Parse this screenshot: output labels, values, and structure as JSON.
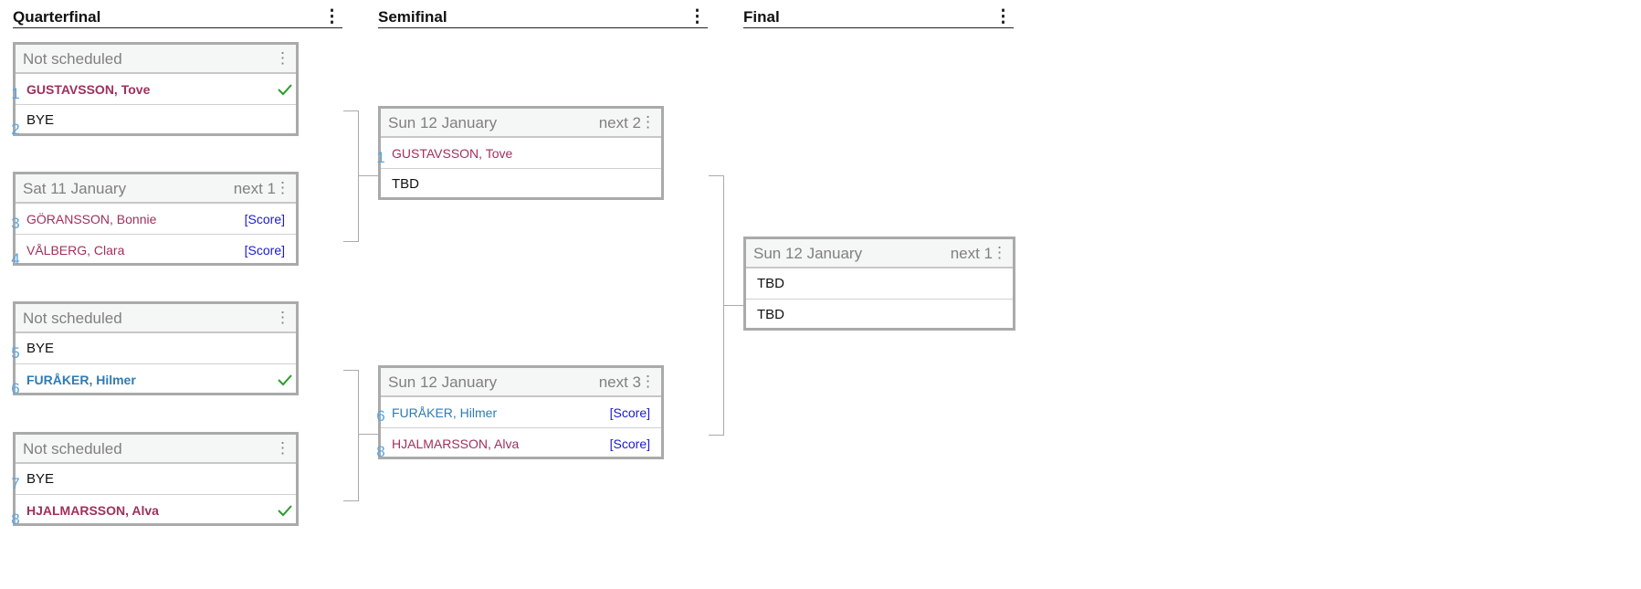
{
  "columns": [
    {
      "title": "Quarterfinal",
      "menu": "⋮"
    },
    {
      "title": "Semifinal",
      "menu": "⋮"
    },
    {
      "title": "Final",
      "menu": "⋮"
    }
  ],
  "quarterfinals": [
    {
      "date": "Not scheduled",
      "next": "",
      "menu": "⋮",
      "top": {
        "seed": "1",
        "name": "GUSTAVSSON, Tove",
        "score": "",
        "winner": true
      },
      "bottom": {
        "seed": "2",
        "name": "BYE",
        "score": "",
        "winner": false
      }
    },
    {
      "date": "Sat 11 January",
      "next": "next 1",
      "menu": "⋮",
      "top": {
        "seed": "3",
        "name": "GÖRANSSON, Bonnie",
        "score": "[Score]",
        "winner": false
      },
      "bottom": {
        "seed": "4",
        "name": "VÅLBERG, Clara",
        "score": "[Score]",
        "winner": false
      }
    },
    {
      "date": "Not scheduled",
      "next": "",
      "menu": "⋮",
      "top": {
        "seed": "5",
        "name": "BYE",
        "score": "",
        "winner": false
      },
      "bottom": {
        "seed": "6",
        "name": "FURÅKER, Hilmer",
        "score": "",
        "winner": true
      }
    },
    {
      "date": "Not scheduled",
      "next": "",
      "menu": "⋮",
      "top": {
        "seed": "7",
        "name": "BYE",
        "score": "",
        "winner": false
      },
      "bottom": {
        "seed": "8",
        "name": "HJALMARSSON, Alva",
        "score": "",
        "winner": true
      }
    }
  ],
  "semifinals": [
    {
      "date": "Sun 12 January",
      "next": "next 2",
      "menu": "⋮",
      "top": {
        "seed": "1",
        "name": "GUSTAVSSON, Tove",
        "score": ""
      },
      "bottom": {
        "seed": "",
        "name": "TBD",
        "score": ""
      }
    },
    {
      "date": "Sun 12 January",
      "next": "next 3",
      "menu": "⋮",
      "top": {
        "seed": "6",
        "name": "FURÅKER, Hilmer",
        "score": "[Score]"
      },
      "bottom": {
        "seed": "8",
        "name": "HJALMARSSON, Alva",
        "score": "[Score]"
      }
    }
  ],
  "final": {
    "date": "Sun 12 January",
    "next": "next 1",
    "menu": "⋮",
    "top": {
      "name": "TBD"
    },
    "bottom": {
      "name": "TBD"
    }
  },
  "colors": {
    "female": "#a0305c",
    "male": "#2e7bb5",
    "seed": "#5aa5de",
    "score_link": "#1a1acc",
    "winner_check": "#2a9d2a"
  },
  "icons": {
    "winner": "check-icon",
    "menu": "kebab-icon"
  }
}
